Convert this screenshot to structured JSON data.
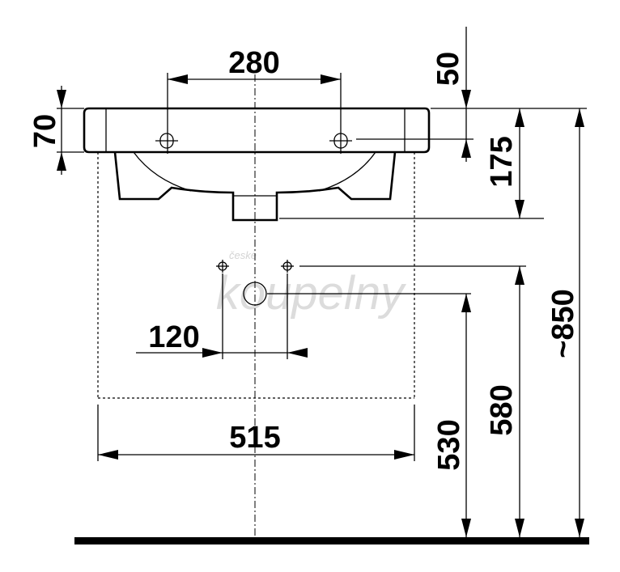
{
  "dimensions": {
    "tap_spacing": "280",
    "rim_offset": "50",
    "rim_thickness": "70",
    "basin_depth": "175",
    "overall_height": "~850",
    "supply_height": "580",
    "waste_height": "530",
    "supply_spacing": "120",
    "pedestal_width": "515"
  },
  "watermark": {
    "line1": "české",
    "line2": "koupelny"
  }
}
